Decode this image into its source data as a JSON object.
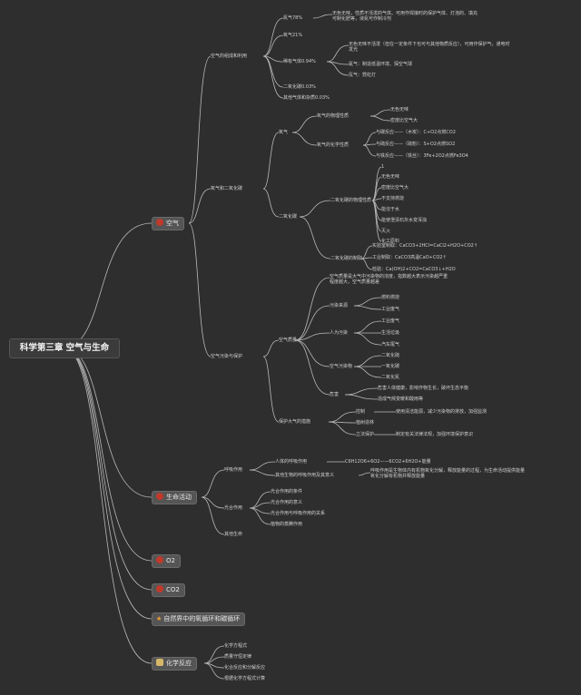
{
  "root": {
    "title": "科学第三章 空气与生命"
  },
  "colors": {
    "bg": "#2e2e2e",
    "line": "#b8b8b8",
    "icon_red": "#c0392b",
    "icon_star": "#f0a030",
    "icon_bag": "#d7b86a"
  },
  "topics": [
    {
      "label": "空气",
      "icon": "circle-red-icon"
    },
    {
      "label": "生命活动",
      "icon": "circle-red-icon"
    },
    {
      "label": "O2",
      "icon": "circle-red-icon"
    },
    {
      "label": "CO2",
      "icon": "circle-red-icon"
    },
    {
      "label": "自然界中的氧循环和碳循环",
      "icon": "star-icon"
    },
    {
      "label": "化学反应",
      "icon": "bag-icon"
    }
  ],
  "air": {
    "composition": {
      "label": "空气的组成和利用",
      "n2": "氮气78%",
      "n2_note": "无色无味，性质不活泼的气体。可用作焊接时的保护气体、灯泡的、填充",
      "n2_note2": "可制化肥等，液氮可作制冷剂",
      "o2": "氧气21%",
      "rare": "稀有气体0.94%",
      "rare_note": "无色无味不活泼（但在一定条件下也可与其他物质反应），可用作保护气，通电时",
      "rare_note2": "发光",
      "rare_he": "氦气：制造低温环境、探空气球",
      "rare_ne": "氖气：霓虹灯",
      "co2": "二氧化碳0.03%",
      "other": "其他气体和杂质0.03%"
    },
    "o2co2": {
      "label": "氧气和二氧化碳",
      "oxygen": "氧气",
      "phys": "氧气的物理性质",
      "color": "无色无味",
      "color2": "密度比空气大",
      "chem": "氧气的化学性质",
      "c1": "与碳反应——（木炭）：C+O2点燃CO2",
      "c2": "与硫反应——（硫粉）：S+O2点燃SO2",
      "c3": "与铁反应——（铁丝）：3Fe+2O2点燃Fe3O4",
      "carbon": "二氧化碳",
      "cphys": "二氧化碳的物理性质",
      "cp0": "1",
      "cp1": "无色无味",
      "cp2": "密度比空气大",
      "cp3": "不支持燃烧",
      "cp4": "能溶于水",
      "cp5": "能使澄清石灰水变浑浊",
      "cp6": "灭火",
      "cp7": "化工原料",
      "cchem": "二氧化碳的制取",
      "cc1": "实验室制取：CaCO3+2HCl=CaCl2+H2O+CO2↑",
      "cc2": "工业制取：CaCO3高温CaO+CO2↑",
      "cc3": "检验：Ca(OH)2+CO2=CaCO3↓+H2O"
    },
    "protect": {
      "label": "空气污染与保护",
      "quality": "空气质量",
      "quality_note": "空气质量是大气中污染物的浓度，指数越大表示污染越严重",
      "quality_note2": "程度越大，空气质量越差",
      "source": "污染来源",
      "s1": "燃料燃烧",
      "s2": "工业废气",
      "human": "人为污染",
      "h1": "工业废气",
      "h2": "生活垃圾",
      "h3": "汽车尾气",
      "type": "空气污染物",
      "t1": "二氧化硫",
      "t2": "一氧化碳",
      "t3": "二氧化氮",
      "harm": "危害",
      "harm1": "危害人体健康，影响作物生长，破坏生态平衡",
      "harm2": "造成气候变暖和酸雨等",
      "measure": "保护大气的措施",
      "m1": "控制",
      "m1_note": "使用清洁能源，减少污染物的排放，加强监测",
      "m2": "植树造林",
      "m3": "立法保护",
      "m3_note": "制定有关法律法规，加强环境保护意识"
    }
  },
  "life": {
    "breath": "呼吸作用",
    "b1": "人体的呼吸作用",
    "b1_note": "C6H12O6+6O2——6CO2+6H2O+能量",
    "b2": "其他生物的呼吸作用及其意义",
    "b2_note": "呼吸作用是生物体内有机物氧化分解，释放能量的过程，为生命活动提供能量",
    "b2_note2": "氧化分解有机物并释放能量",
    "photo": "光合作用",
    "p1": "光合作用的条件",
    "p2": "光合作用的意义",
    "p3": "光合作用与呼吸作用的关系",
    "p4": "植物的蒸腾作用",
    "other": "其他生命"
  },
  "reaction": {
    "r1": "化学方程式",
    "r2": "质量守恒定律",
    "r3": "化合反应和分解反应",
    "r4": "根据化学方程式计算"
  }
}
